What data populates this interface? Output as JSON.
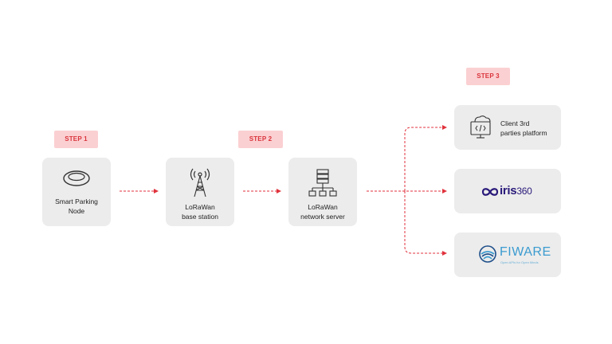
{
  "steps": {
    "step1": "STEP 1",
    "step2": "STEP 2",
    "step3": "STEP 3"
  },
  "nodes": {
    "parking_node": {
      "line1": "Smart Parking",
      "line2": "Node",
      "icon": "parking-sensor-icon"
    },
    "base_station": {
      "line1": "LoRaWan",
      "line2": "base station",
      "icon": "antenna-tower-icon"
    },
    "network_server": {
      "line1": "LoRaWan",
      "line2": "network server",
      "icon": "server-network-icon"
    }
  },
  "platforms": {
    "client": {
      "line1": "Client 3rd",
      "line2": "parties platform",
      "icon": "cloud-code-monitor-icon"
    },
    "iris": {
      "name": "iris",
      "num": "360",
      "icon": "infinity-logo-icon"
    },
    "fiware": {
      "name": "FIWARE",
      "tagline": "Open APIs for Open Minds",
      "icon": "fiware-logo-icon"
    }
  },
  "colors": {
    "accent_red": "#e0323c",
    "step_bg": "#fbd0d2",
    "card_bg": "#ececec",
    "iris_purple": "#2a1a7a",
    "fiware_blue": "#3b9bd0"
  }
}
